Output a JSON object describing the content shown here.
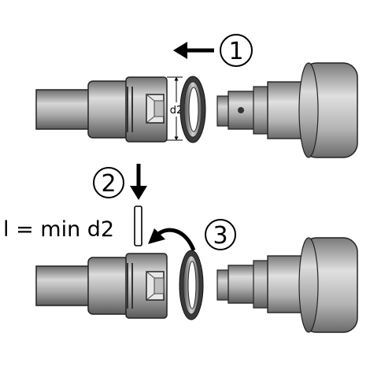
{
  "diagram": {
    "steps": [
      {
        "number": "1"
      },
      {
        "number": "2"
      },
      {
        "number": "3"
      }
    ],
    "dimension_label": "d2",
    "formula": "l = min d2"
  },
  "colors": {
    "metal_light": "#d4d4d4",
    "metal_mid": "#9c9c9c",
    "metal_dark": "#555555",
    "ink": "#000000"
  }
}
